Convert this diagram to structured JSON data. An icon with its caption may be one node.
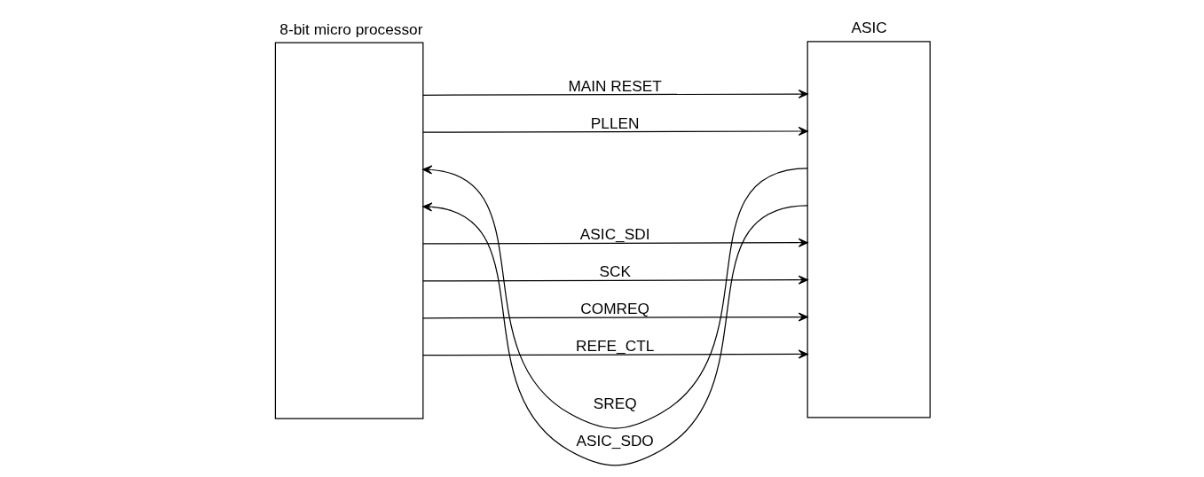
{
  "diagram": {
    "nodes": [
      {
        "text": [
          "8-bit micro processor"
        ]
      },
      {
        "text": [
          "ASIC"
        ]
      }
    ],
    "edges": [
      {
        "from": 0,
        "to": 1,
        "arrow": "to",
        "label": "MAIN RESET"
      },
      {
        "from": 0,
        "to": 1,
        "arrow": "to",
        "label": "PLLEN"
      },
      {
        "from": 1,
        "to": 0,
        "arrow": "to",
        "label": "SREQ"
      },
      {
        "from": 1,
        "to": 0,
        "arrow": "to",
        "label": "ASIC_SDO"
      },
      {
        "from": 0,
        "to": 1,
        "arrow": "to",
        "label": "ASIC_SDI"
      },
      {
        "from": 0,
        "to": 1,
        "arrow": "to",
        "label": "SCK"
      },
      {
        "from": 0,
        "to": 1,
        "arrow": "to",
        "label": "COMREQ"
      },
      {
        "from": 0,
        "to": 1,
        "arrow": "to",
        "label": "REFE_CTL"
      }
    ]
  }
}
